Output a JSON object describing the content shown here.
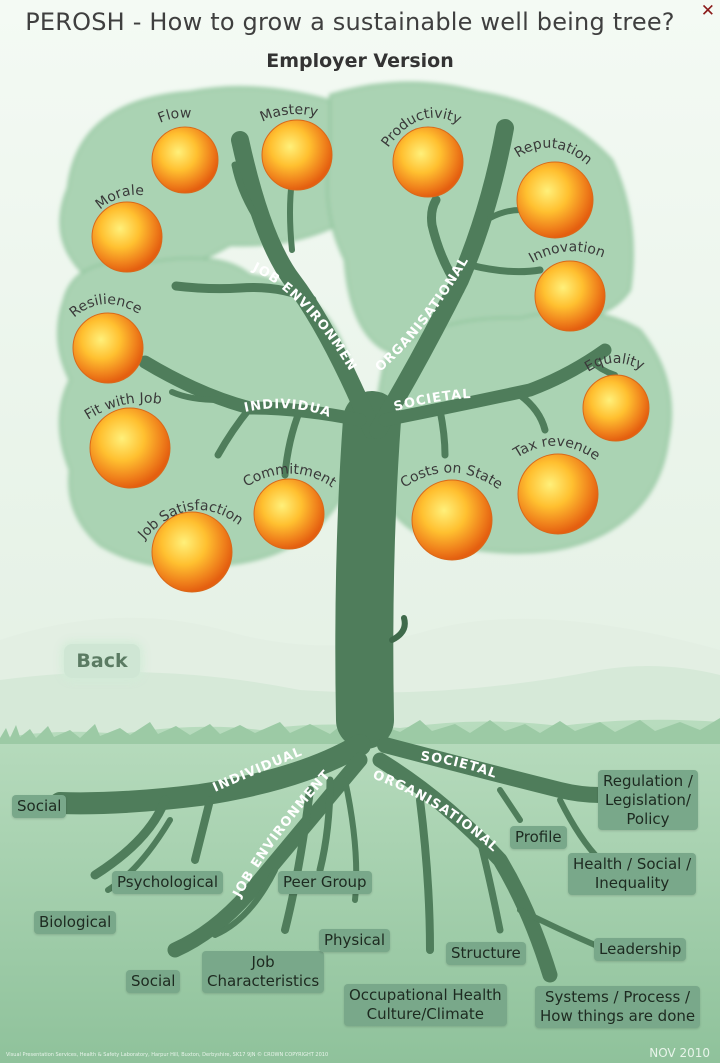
{
  "title": "PEROSH - How to grow a sustainable well being tree?",
  "subtitle": "Employer Version",
  "close_icon": "close-icon",
  "back_label": "Back",
  "colors": {
    "trunk": "#4f7d5b",
    "canopy": "#aad3b3",
    "fruit_outer": "#ea7418",
    "fruit_inner": "#ffd84f",
    "ground": "#a5cfae",
    "label_box": "#79a88a"
  },
  "fruits": [
    "Flow",
    "Mastery",
    "Productivity",
    "Reputation",
    "Morale",
    "Innovation",
    "Resilience",
    "Equality",
    "Fit with Job",
    "Tax revenue",
    "Commitment",
    "Costs on State",
    "Job Satisfaction"
  ],
  "branches": [
    "JOB ENVIRONMENT",
    "ORGANISATIONAL",
    "INDIVIDUAL",
    "SOCIETAL"
  ],
  "roots_branches": [
    "INDIVIDUAL",
    "SOCIETAL",
    "JOB ENVIRONMENT",
    "ORGANISATIONAL"
  ],
  "root_labels": {
    "social_left": "Social",
    "psychological": "Psychological",
    "biological": "Biological",
    "social_bottom": "Social",
    "job_characteristics": "Job\nCharacteristics",
    "peer_group": "Peer Group",
    "physical": "Physical",
    "occupational_health": "Occupational Health\nCulture/Climate",
    "structure": "Structure",
    "profile": "Profile",
    "regulation": "Regulation /\nLegislation/\nPolicy",
    "health_social": "Health / Social /\nInequality",
    "leadership": "Leadership",
    "systems": "Systems / Process /\nHow things are done"
  },
  "footer_credit": "Visual Presentation Services, Health & Safety Laboratory, Harpur Hill, Buxton, Derbyshire, SK17 9JN © CROWN COPYRIGHT 2010",
  "date": "NOV 2010"
}
